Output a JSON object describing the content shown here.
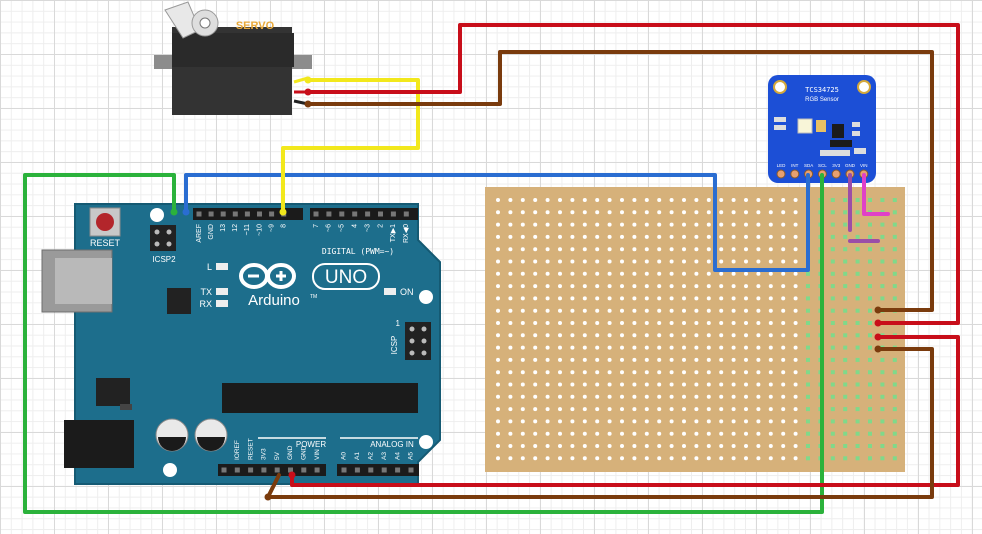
{
  "servo": {
    "label": "SERVO"
  },
  "sensor": {
    "model": "TCS34725",
    "name": "RGB Sensor",
    "pins": [
      "LED",
      "INT",
      "SDA",
      "SCL",
      "3V3",
      "GND",
      "VIN"
    ]
  },
  "arduino": {
    "brand": "Arduino",
    "model": "UNO",
    "tm": "TM",
    "reset": "RESET",
    "icsp2": "ICSP2",
    "icsp": "ICSP",
    "icsp_pin": "1",
    "led_l": "L",
    "led_tx": "TX",
    "led_rx": "RX",
    "led_on": "ON",
    "digital_label": "DIGITAL (PWM=~)",
    "digital_pins": [
      "AREF",
      "GND",
      "13",
      "12",
      "~11",
      "~10",
      "~9",
      "8",
      "7",
      "~6",
      "~5",
      "4",
      "~3",
      "2",
      "TX▶1",
      "RX◀0"
    ],
    "power_label": "POWER",
    "power_pins": [
      "IOREF",
      "RESET",
      "3V3",
      "5V",
      "GND",
      "GND",
      "VIN"
    ],
    "analog_label": "ANALOG IN",
    "analog_pins": [
      "A0",
      "A1",
      "A2",
      "A3",
      "A4",
      "A5"
    ]
  },
  "colors": {
    "wire_red": "#c80e1a",
    "wire_brown": "#7a3b0d",
    "wire_yellow": "#f2e81c",
    "wire_green": "#2bb23b",
    "wire_blue": "#2a6dd1",
    "wire_pink": "#e040c8",
    "wire_purple": "#9b4ea8",
    "board_blue": "#1f6f8b",
    "stripboard": "#d8b47a",
    "sensor_blue": "#1c4fd6"
  }
}
